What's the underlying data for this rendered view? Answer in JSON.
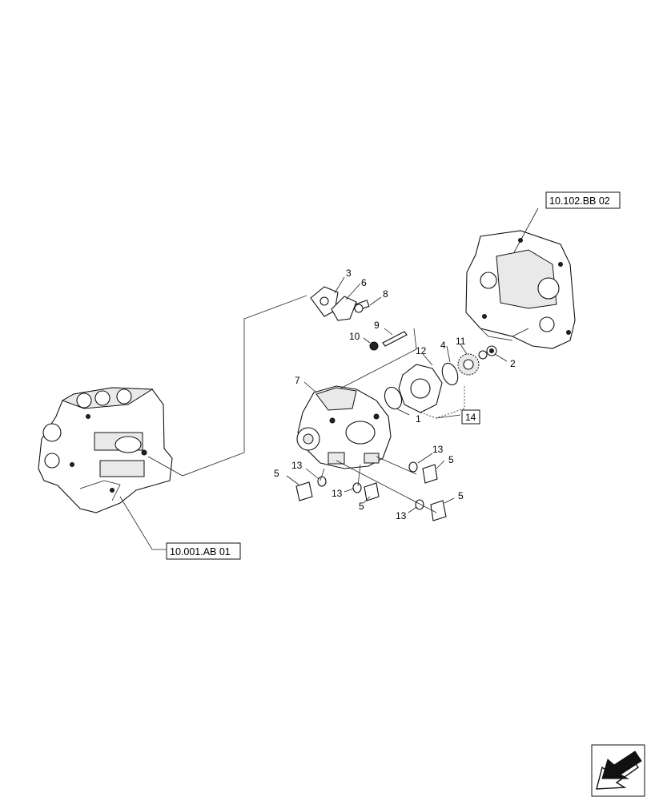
{
  "references": {
    "top_right": "10.102.BB 02",
    "bottom_left": "10.001.AB 01",
    "group_box": "14"
  },
  "callouts": {
    "c1": "1",
    "c2": "2",
    "c3": "3",
    "c4": "4",
    "c5a": "5",
    "c5b": "5",
    "c5c": "5",
    "c5d": "5",
    "c6": "6",
    "c7": "7",
    "c8": "8",
    "c9": "9",
    "c10": "10",
    "c11": "11",
    "c12": "12",
    "c13a": "13",
    "c13b": "13",
    "c13c": "13",
    "c13d": "13"
  },
  "nav_icon": "arrow-back-icon"
}
